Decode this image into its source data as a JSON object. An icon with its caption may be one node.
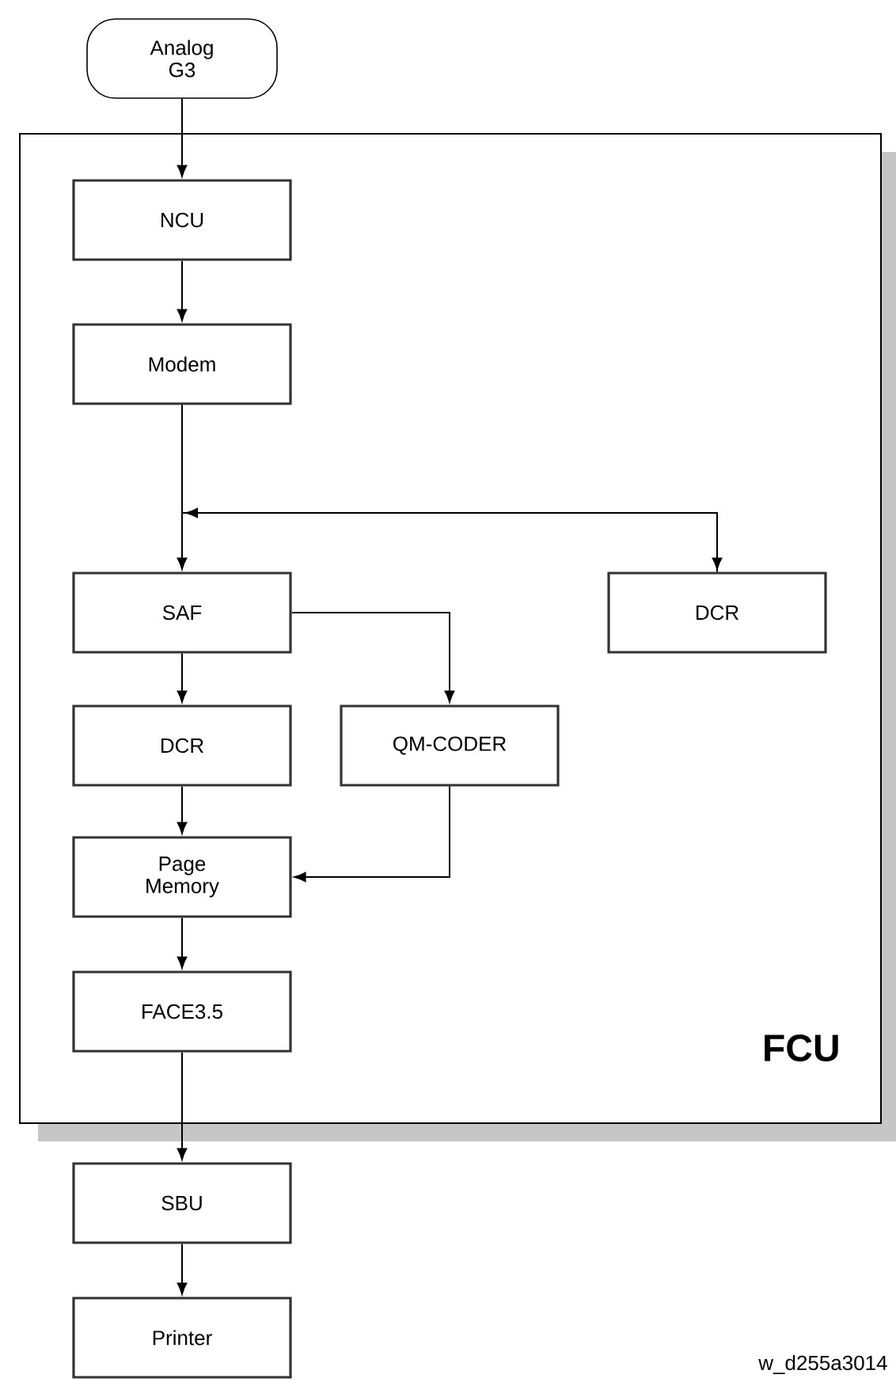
{
  "diagram": {
    "nodes": [
      {
        "text": [
          "Analog G3"
        ]
      },
      {
        "text": [
          "FCU"
        ]
      },
      {
        "text": [
          "NCU"
        ],
        "in": 1
      },
      {
        "text": [
          "Modem"
        ],
        "in": 1
      },
      {
        "text": [
          "SAF"
        ],
        "in": 1
      },
      {
        "text": [
          "DCR"
        ],
        "in": 1
      },
      {
        "text": [
          "DCR"
        ],
        "in": 1
      },
      {
        "text": [
          "QM-CODER"
        ],
        "in": 1
      },
      {
        "text": [
          "Page Memory"
        ],
        "in": 1
      },
      {
        "text": [
          "FACE3.5"
        ],
        "in": 1
      },
      {
        "text": [
          "SBU"
        ]
      },
      {
        "text": [
          "Printer"
        ]
      }
    ],
    "edges": [
      {
        "from": 0,
        "to": 2,
        "arrow": "to"
      },
      {
        "from": 2,
        "to": 3,
        "arrow": "to"
      },
      {
        "from": 3,
        "to": 4,
        "arrow": "to"
      },
      {
        "from": 3,
        "to": 5,
        "arrow": "to"
      },
      {
        "from": 5,
        "to": 4,
        "arrow": "to"
      },
      {
        "from": 4,
        "to": 6,
        "arrow": "to"
      },
      {
        "from": 4,
        "to": 7,
        "arrow": "to"
      },
      {
        "from": 6,
        "to": 8,
        "arrow": "to"
      },
      {
        "from": 7,
        "to": 8,
        "arrow": "to"
      },
      {
        "from": 8,
        "to": 9,
        "arrow": "to"
      },
      {
        "from": 9,
        "to": 10,
        "arrow": "to"
      },
      {
        "from": 10,
        "to": 11,
        "arrow": "to"
      }
    ],
    "labels": [
      "w_d255a3014"
    ]
  }
}
